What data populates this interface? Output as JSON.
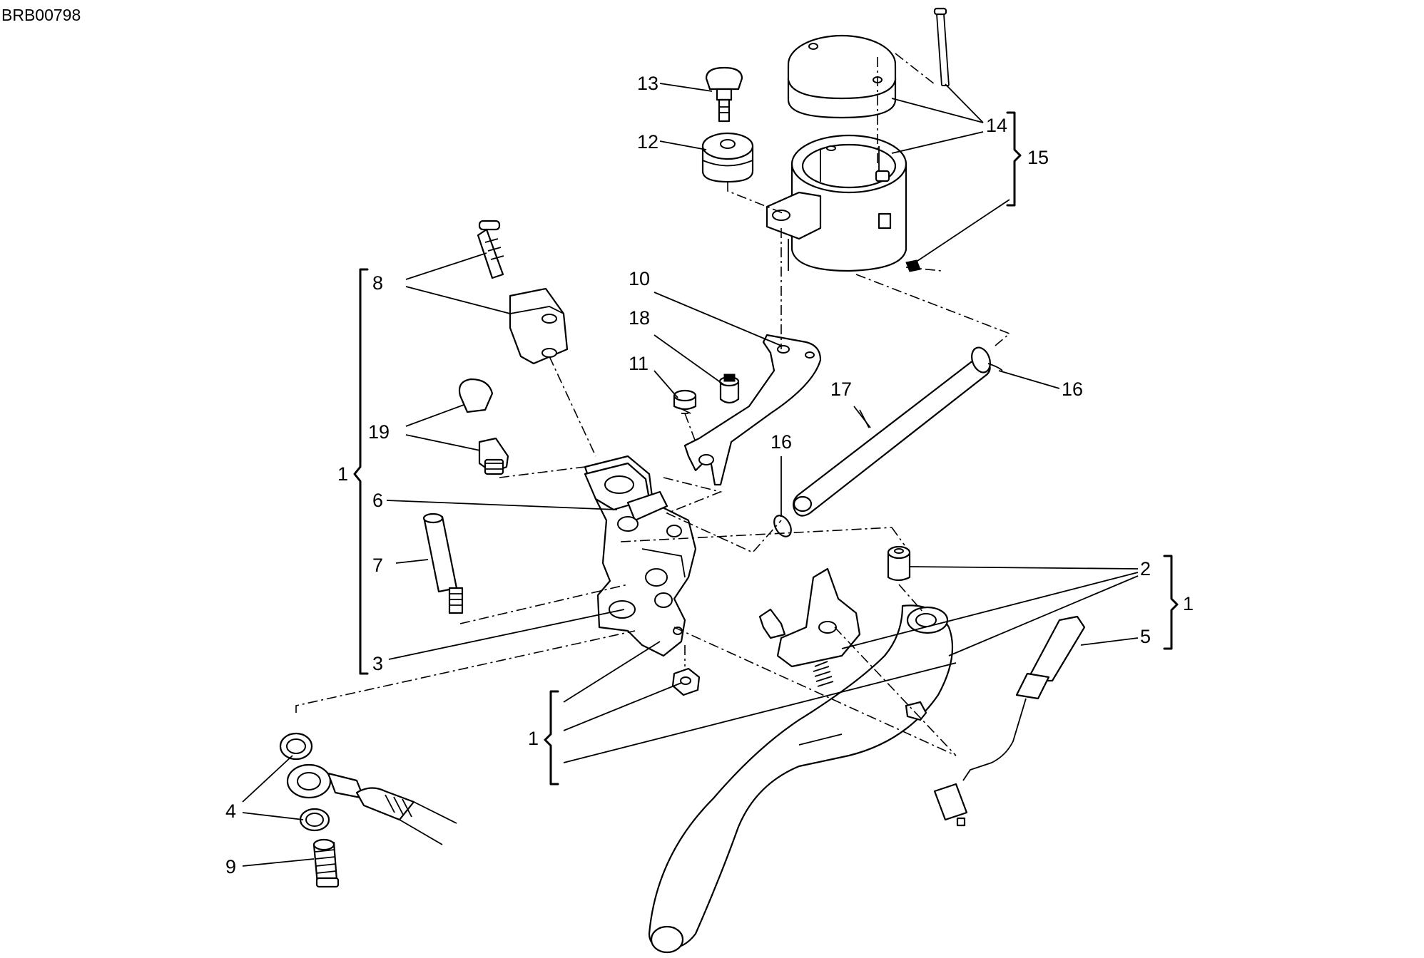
{
  "doc_code": "BRB00798",
  "callouts": {
    "c1_left": "1",
    "c1_lower": "1",
    "c1_right": "1",
    "c2": "2",
    "c3": "3",
    "c4": "4",
    "c5": "5",
    "c6": "6",
    "c7": "7",
    "c8": "8",
    "c9": "9",
    "c10": "10",
    "c11": "11",
    "c12": "12",
    "c13": "13",
    "c14": "14",
    "c15": "15",
    "c16_right": "16",
    "c16_mid": "16",
    "c17": "17",
    "c18": "18",
    "c19": "19"
  }
}
